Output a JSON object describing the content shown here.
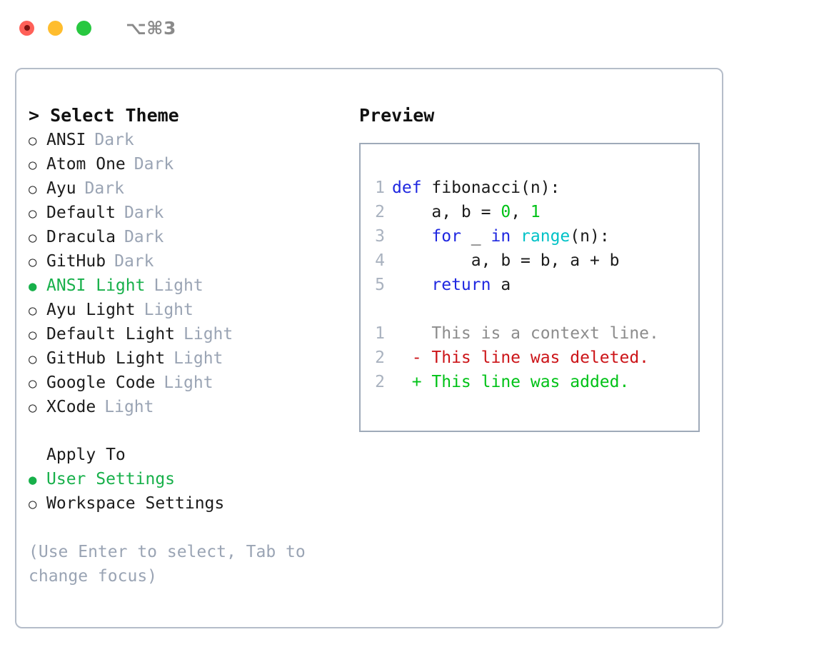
{
  "window": {
    "title": "⌥⌘3",
    "traffic_lights": [
      {
        "name": "close",
        "color": "#ff6058"
      },
      {
        "name": "minimize",
        "color": "#ffbd2e"
      },
      {
        "name": "maximize",
        "color": "#28c840"
      }
    ]
  },
  "colors": {
    "accent_green": "#17b04a",
    "muted": "#9aa4b4",
    "text": "#1c1c1c",
    "border": "#b5bdc9",
    "preview_border": "#9faab9",
    "kw_blue": "#1f27e0",
    "fn_cyan": "#00c2c7",
    "num_green": "#00c217",
    "diff_del_red": "#cc1418",
    "diff_add_green": "#00c217",
    "gutter": "#a9b2bf"
  },
  "theme_panel": {
    "heading": "> Select Theme",
    "bullet_selected": "●",
    "bullet_unselected": "○",
    "items": [
      {
        "name": "ANSI",
        "badge": "Dark",
        "selected": false
      },
      {
        "name": "Atom One",
        "badge": "Dark",
        "selected": false
      },
      {
        "name": "Ayu",
        "badge": "Dark",
        "selected": false
      },
      {
        "name": "Default",
        "badge": "Dark",
        "selected": false
      },
      {
        "name": "Dracula",
        "badge": "Dark",
        "selected": false
      },
      {
        "name": "GitHub",
        "badge": "Dark",
        "selected": false
      },
      {
        "name": "ANSI Light",
        "badge": "Light",
        "selected": true
      },
      {
        "name": "Ayu Light",
        "badge": "Light",
        "selected": false
      },
      {
        "name": "Default Light",
        "badge": "Light",
        "selected": false
      },
      {
        "name": "GitHub Light",
        "badge": "Light",
        "selected": false
      },
      {
        "name": "Google Code",
        "badge": "Light",
        "selected": false
      },
      {
        "name": "XCode",
        "badge": "Light",
        "selected": false
      }
    ],
    "apply_to": {
      "heading": "Apply To",
      "items": [
        {
          "name": "User Settings",
          "selected": true
        },
        {
          "name": "Workspace Settings",
          "selected": false
        }
      ]
    },
    "hint": "(Use Enter to select, Tab to change focus)"
  },
  "preview": {
    "heading": "Preview",
    "code_lines": [
      {
        "num": "1",
        "tokens": [
          {
            "t": "def ",
            "c": "kw"
          },
          {
            "t": "fibonacci(n):",
            "c": "plain"
          }
        ]
      },
      {
        "num": "2",
        "tokens": [
          {
            "t": "    a, b = ",
            "c": "plain"
          },
          {
            "t": "0",
            "c": "num"
          },
          {
            "t": ", ",
            "c": "plain"
          },
          {
            "t": "1",
            "c": "num"
          }
        ]
      },
      {
        "num": "3",
        "tokens": [
          {
            "t": "    ",
            "c": "plain"
          },
          {
            "t": "for",
            "c": "kw"
          },
          {
            "t": " _ ",
            "c": "plain"
          },
          {
            "t": "in",
            "c": "kw"
          },
          {
            "t": " ",
            "c": "plain"
          },
          {
            "t": "range",
            "c": "fn"
          },
          {
            "t": "(n):",
            "c": "plain"
          }
        ]
      },
      {
        "num": "4",
        "tokens": [
          {
            "t": "        a, b = b, a + b",
            "c": "plain"
          }
        ]
      },
      {
        "num": "5",
        "tokens": [
          {
            "t": "    ",
            "c": "plain"
          },
          {
            "t": "return",
            "c": "kw"
          },
          {
            "t": " a",
            "c": "plain"
          }
        ]
      }
    ],
    "diff_lines": [
      {
        "num": "1",
        "marker": " ",
        "text": " This is a context line.",
        "kind": "ctx"
      },
      {
        "num": "2",
        "marker": "-",
        "text": " This line was deleted.",
        "kind": "del"
      },
      {
        "num": "2",
        "marker": "+",
        "text": " This line was added.",
        "kind": "add"
      }
    ]
  }
}
